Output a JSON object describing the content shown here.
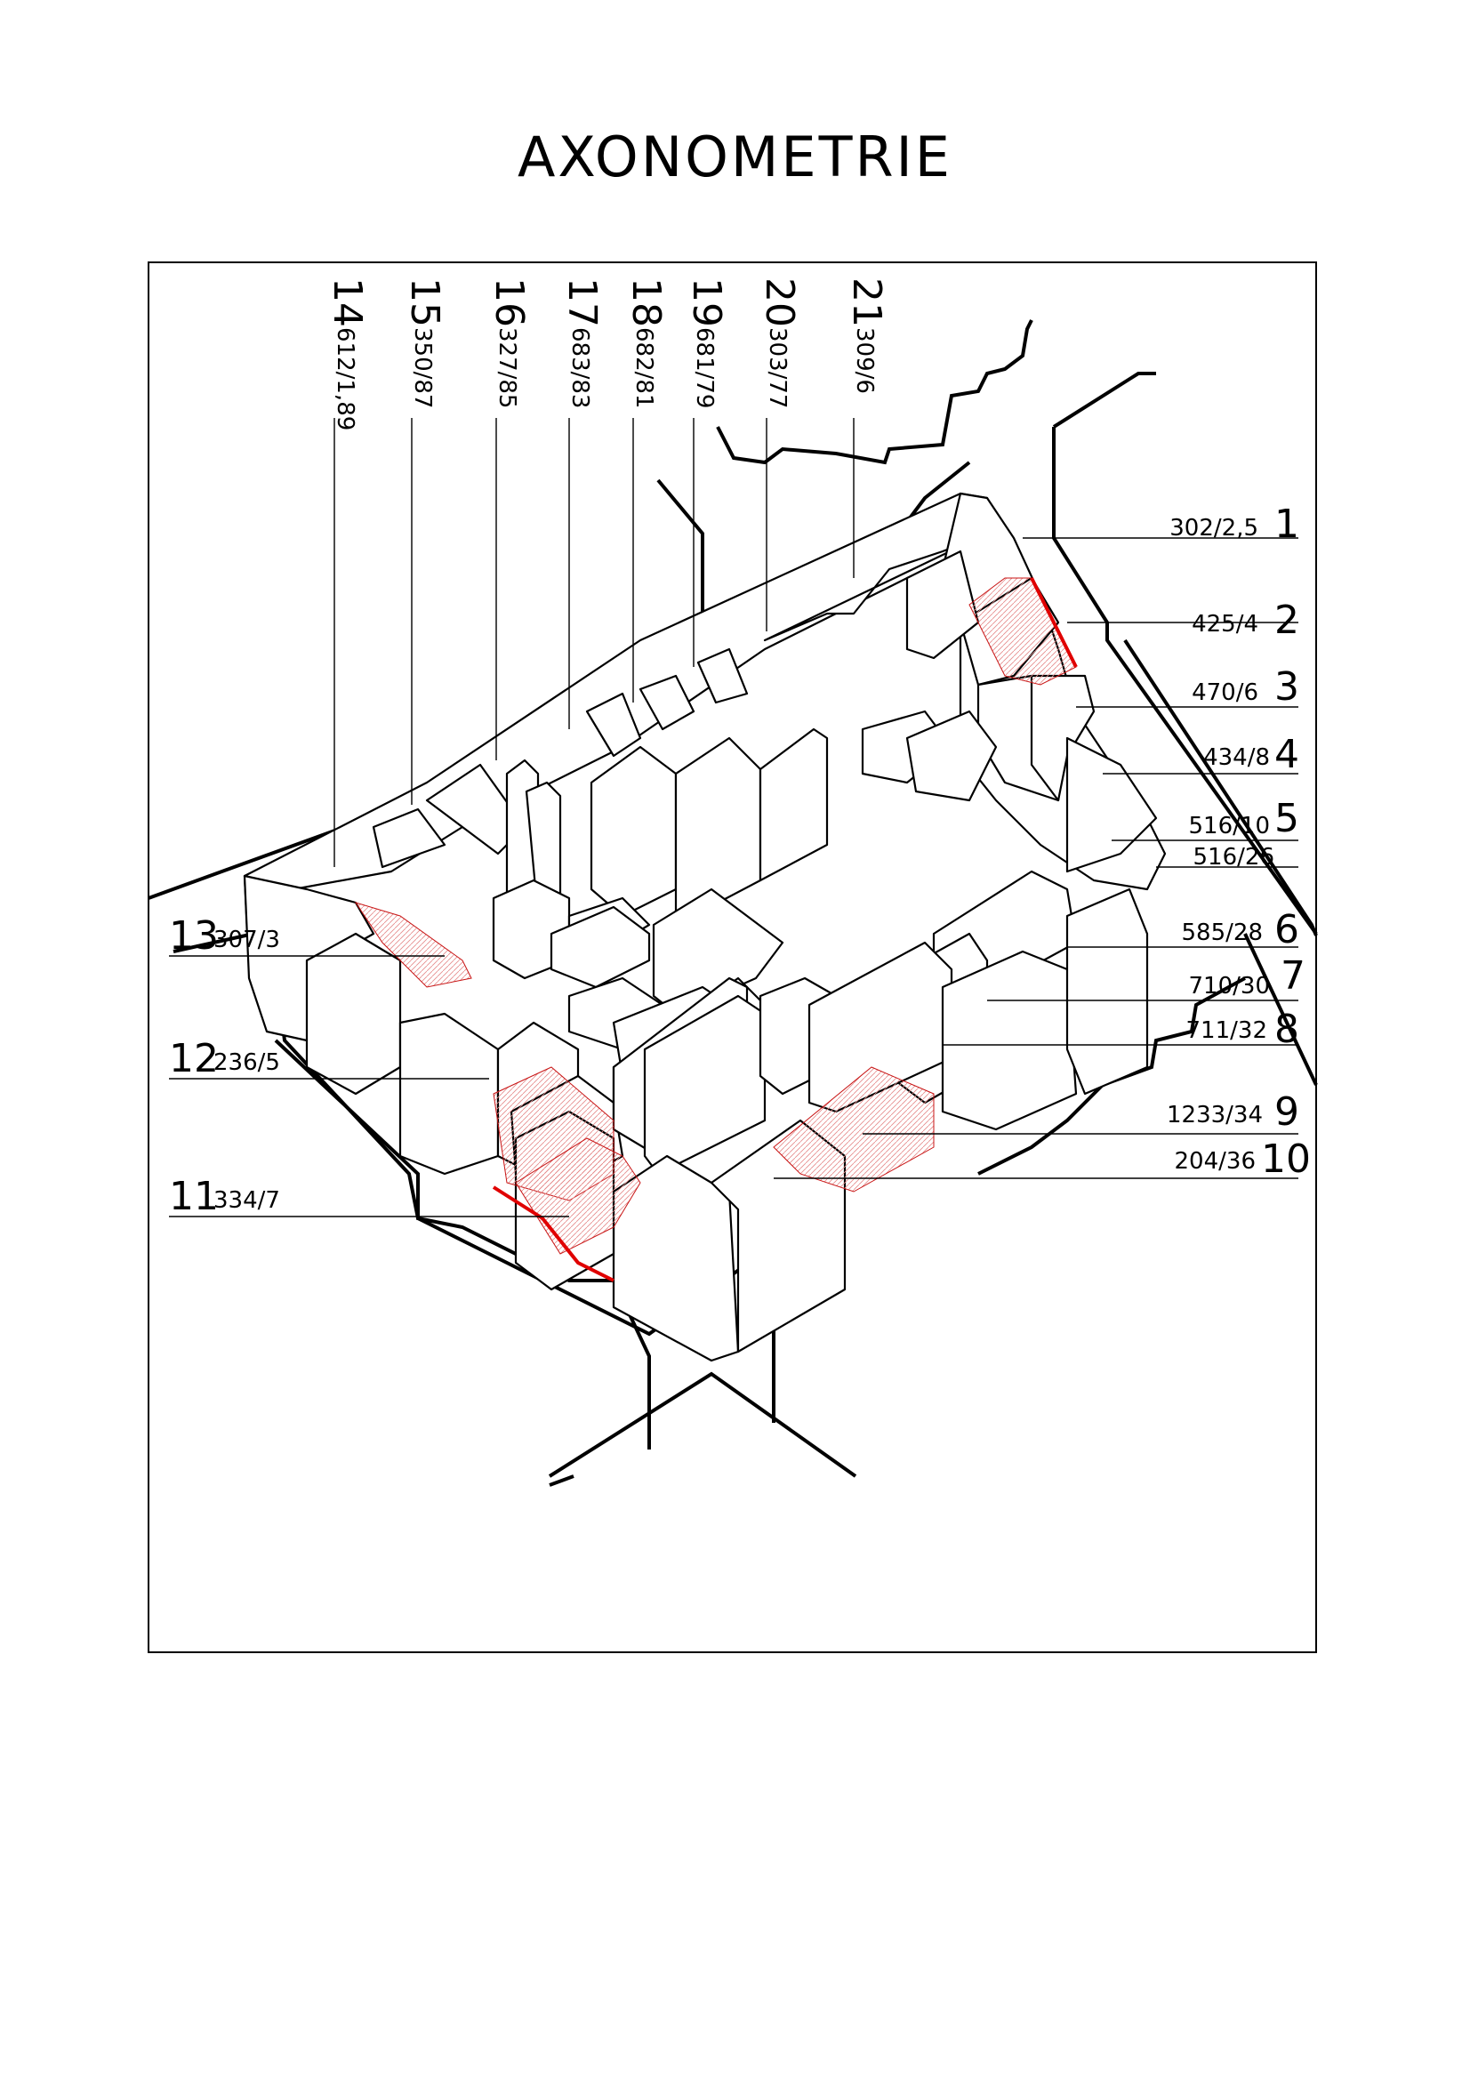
{
  "title": "AXONOMETRIE",
  "colors": {
    "line": "#000000",
    "highlight": "#e00000",
    "hatch": "#f2b0b0"
  },
  "right_labels": [
    {
      "num": "1",
      "ref": "302/2,5"
    },
    {
      "num": "2",
      "ref": "425/4"
    },
    {
      "num": "3",
      "ref": "470/6"
    },
    {
      "num": "4",
      "ref": "434/8"
    },
    {
      "num": "5",
      "ref": "516/10",
      "ref2": "516/26"
    },
    {
      "num": "6",
      "ref": "585/28"
    },
    {
      "num": "7",
      "ref": "710/30"
    },
    {
      "num": "8",
      "ref": "711/32"
    },
    {
      "num": "9",
      "ref": "1233/34"
    },
    {
      "num": "10",
      "ref": "204/36"
    }
  ],
  "left_labels": [
    {
      "num": "13",
      "ref": "307/3"
    },
    {
      "num": "12",
      "ref": "236/5"
    },
    {
      "num": "11",
      "ref": "334/7"
    }
  ],
  "top_labels": [
    {
      "num": "14",
      "ref": "612/1,89"
    },
    {
      "num": "15",
      "ref": "350/87"
    },
    {
      "num": "16",
      "ref": "327/85"
    },
    {
      "num": "17",
      "ref": "683/83"
    },
    {
      "num": "18",
      "ref": "682/81"
    },
    {
      "num": "19",
      "ref": "681/79"
    },
    {
      "num": "20",
      "ref": "303/77"
    },
    {
      "num": "21",
      "ref": "309/6"
    }
  ]
}
